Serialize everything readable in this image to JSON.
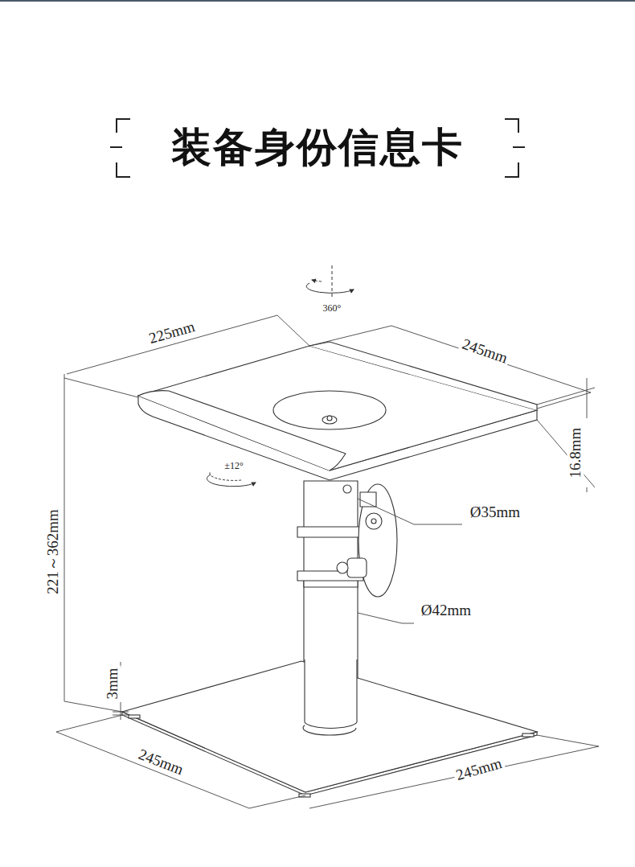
{
  "diagram": {
    "title": "装备身份信息卡",
    "labels": [
      "360°",
      "225mm",
      "245mm",
      "16.8mm",
      "±12°",
      "Ø35mm",
      "221～362mm",
      "Ø42mm",
      "3mm",
      "245mm",
      "245mm"
    ]
  }
}
